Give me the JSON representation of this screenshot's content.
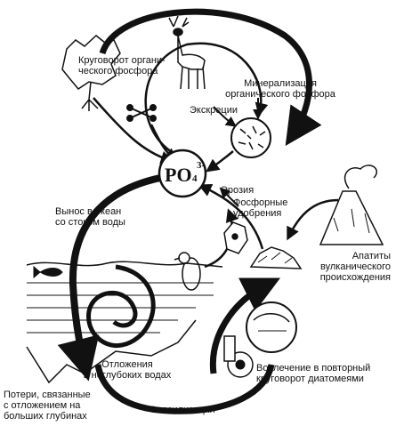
{
  "center": {
    "formula": "PO",
    "charge": "3-",
    "subscript": "4"
  },
  "labels": {
    "organic_cycle": "Круговорот органи-\nческого фосфора",
    "mineralization": "Минерализация\nорганического фосфора",
    "excretion": "Экскреции",
    "erosion": "Эрозия",
    "fertilizers": "Фосфорные\nудобрения",
    "runoff": "Вынос в океан\nсо стоком воды",
    "apatites": "Апатиты\nвулканического\nпроисхождения",
    "shallow": "Отложения\nв неглубоких водах",
    "diatoms": "Вовлечение в повторный\nкруговорот диатомеями",
    "deep_losses": "Потери, связанные\nс отложением на\nбольших глубинах",
    "fossilization": "Фоссилизация"
  },
  "icons": [
    "tree-icon",
    "deer-icon",
    "bone-icon",
    "bacteria-icon",
    "bird-icon",
    "fish-icon",
    "volcano-icon",
    "rock-pile-icon",
    "diatom-icon",
    "guano-bird-icon"
  ]
}
